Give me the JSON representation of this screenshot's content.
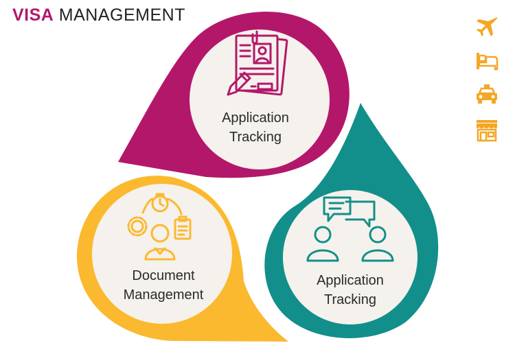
{
  "header": {
    "title_accent": "VISA",
    "title_rest": " MANAGEMENT"
  },
  "colors": {
    "magenta": "#b3176a",
    "yellow": "#fbb930",
    "teal": "#128f8a",
    "inner": "#f5f1ec",
    "icon_orange": "#f5a623"
  },
  "nodes": [
    {
      "icon": "application-form-icon",
      "line1": "Application",
      "line2": "Tracking"
    },
    {
      "icon": "team-planning-icon",
      "line1": "Document",
      "line2": "Management"
    },
    {
      "icon": "conversation-icon",
      "line1": "Application",
      "line2": "Tracking"
    }
  ],
  "side_icons": [
    "airplane-icon",
    "bed-icon",
    "taxi-icon",
    "store-icon"
  ]
}
